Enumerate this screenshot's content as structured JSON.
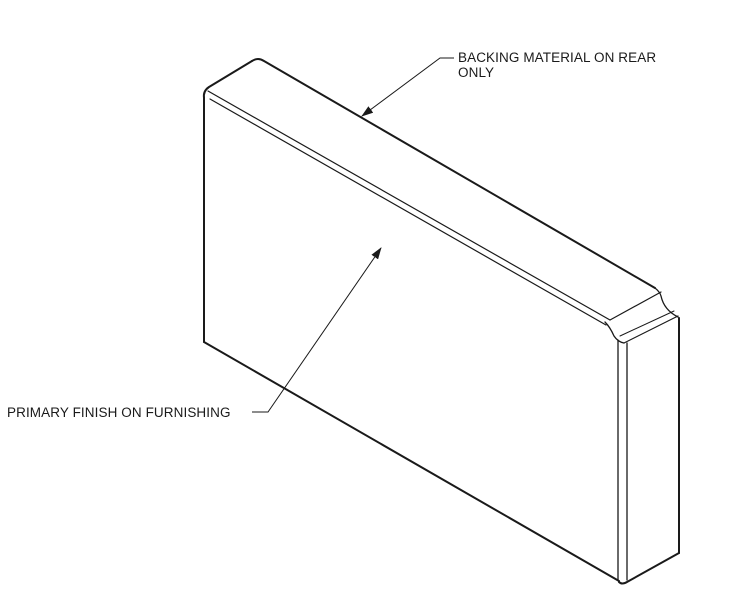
{
  "drawing": {
    "type": "isometric-panel-callout",
    "stroke_color": "#1a1a1a",
    "background": "#ffffff"
  },
  "annotations": {
    "backing": {
      "line1": "BACKING MATERIAL ON REAR",
      "line2": "ONLY"
    },
    "primary": {
      "text": "PRIMARY FINISH ON FURNISHING"
    }
  }
}
